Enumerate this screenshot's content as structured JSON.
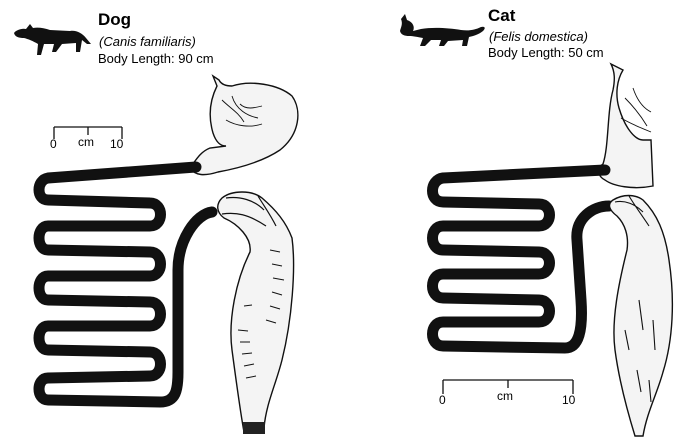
{
  "animals": [
    {
      "name": "Dog",
      "scientific_name": "(Canis familiaris)",
      "body_length": "Body Length: 90 cm",
      "silhouette_icon": "dog-silhouette-icon",
      "scale": {
        "start": "0",
        "unit": "cm",
        "end": "10"
      }
    },
    {
      "name": "Cat",
      "scientific_name": "(Felis domestica)",
      "body_length": "Body Length: 50 cm",
      "silhouette_icon": "cat-silhouette-icon",
      "scale": {
        "start": "0",
        "unit": "cm",
        "end": "10"
      }
    }
  ],
  "colors": {
    "ink": "#111111",
    "organ_fill": "#f4f4f4"
  }
}
